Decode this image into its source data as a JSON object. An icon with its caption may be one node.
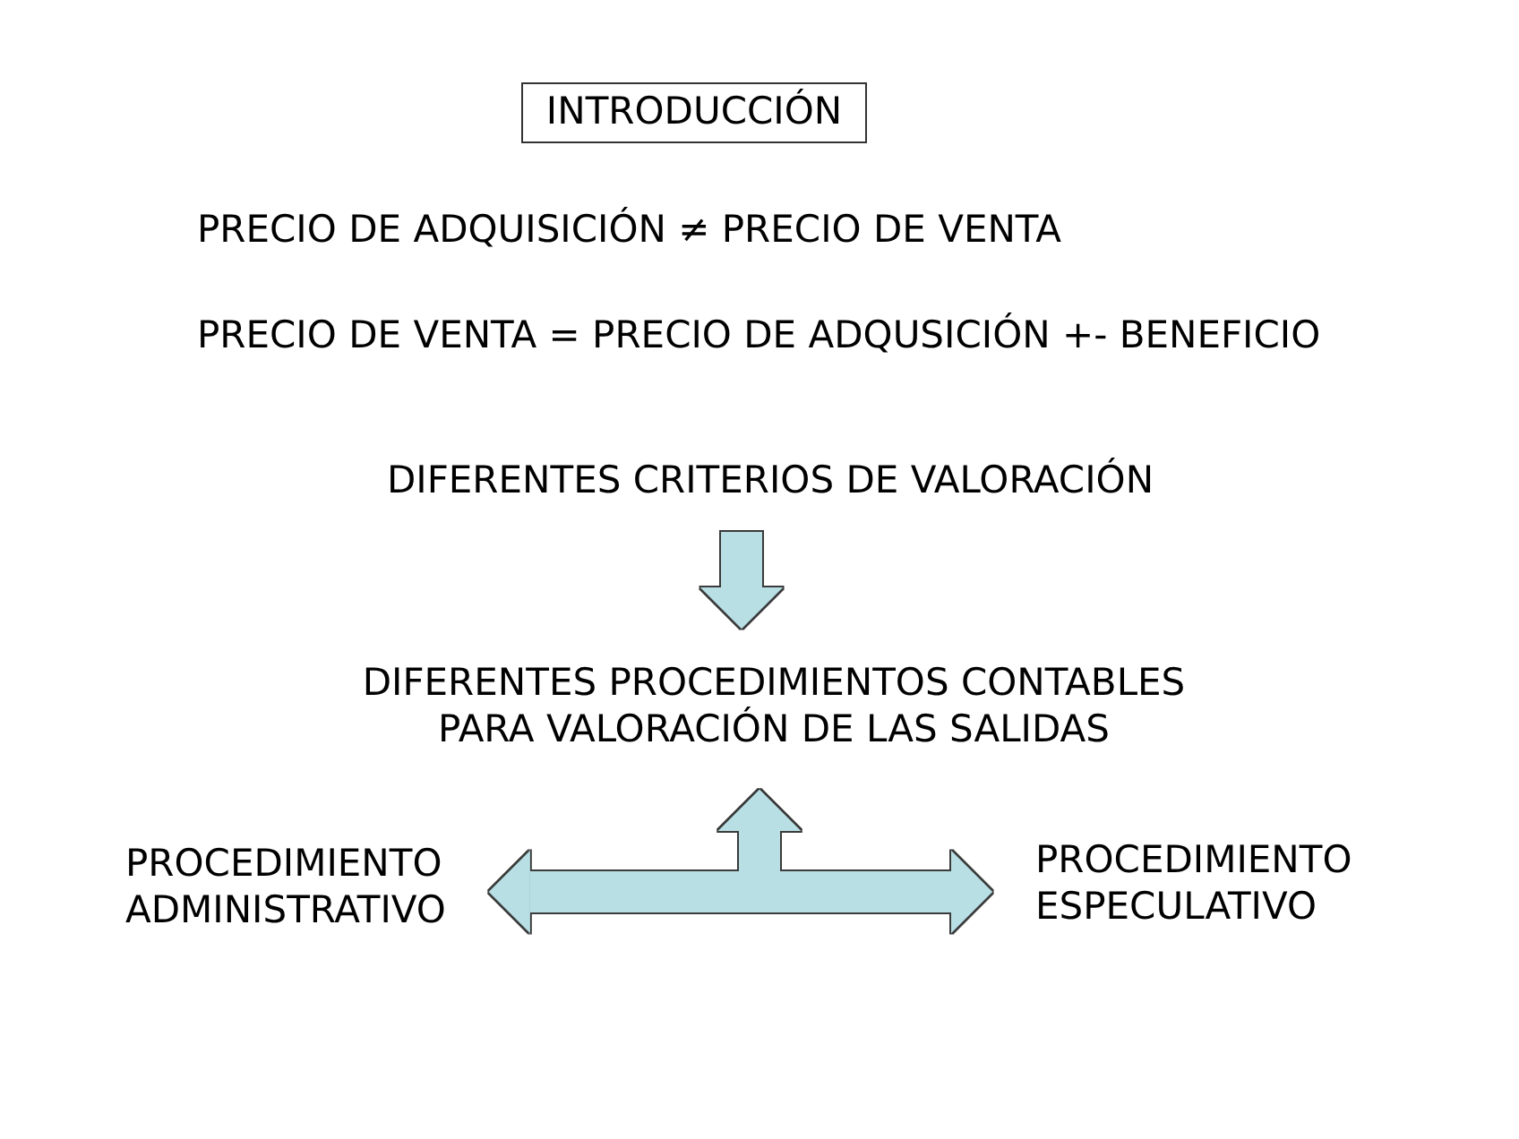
{
  "diagram": {
    "nodes": [
      {
        "text": [
          "INTRODUCCIÓN"
        ]
      },
      {
        "text": [
          "DIFERENTES CRITERIOS DE VALORACIÓN"
        ]
      },
      {
        "text": [
          "DIFERENTES PROCEDIMIENTOS CONTABLES PARA VALORACIÓN DE LAS SALIDAS"
        ]
      },
      {
        "text": [
          "PROCEDIMIENTO ADMINISTRATIVO"
        ]
      },
      {
        "text": [
          "PROCEDIMIENTO ESPECULATIVO"
        ]
      }
    ],
    "edges": [
      {
        "from": 1,
        "to": 2,
        "arrow": "to"
      },
      {
        "from": 2,
        "to": 3,
        "arrow": "both"
      },
      {
        "from": 2,
        "to": 4,
        "arrow": "both"
      }
    ],
    "labels": [
      "PRECIO DE ADQUISICIÓN ≠ PRECIO DE VENTA",
      "PRECIO DE VENTA = PRECIO DE ADQUSICIÓN +- BENEFICIO"
    ]
  }
}
